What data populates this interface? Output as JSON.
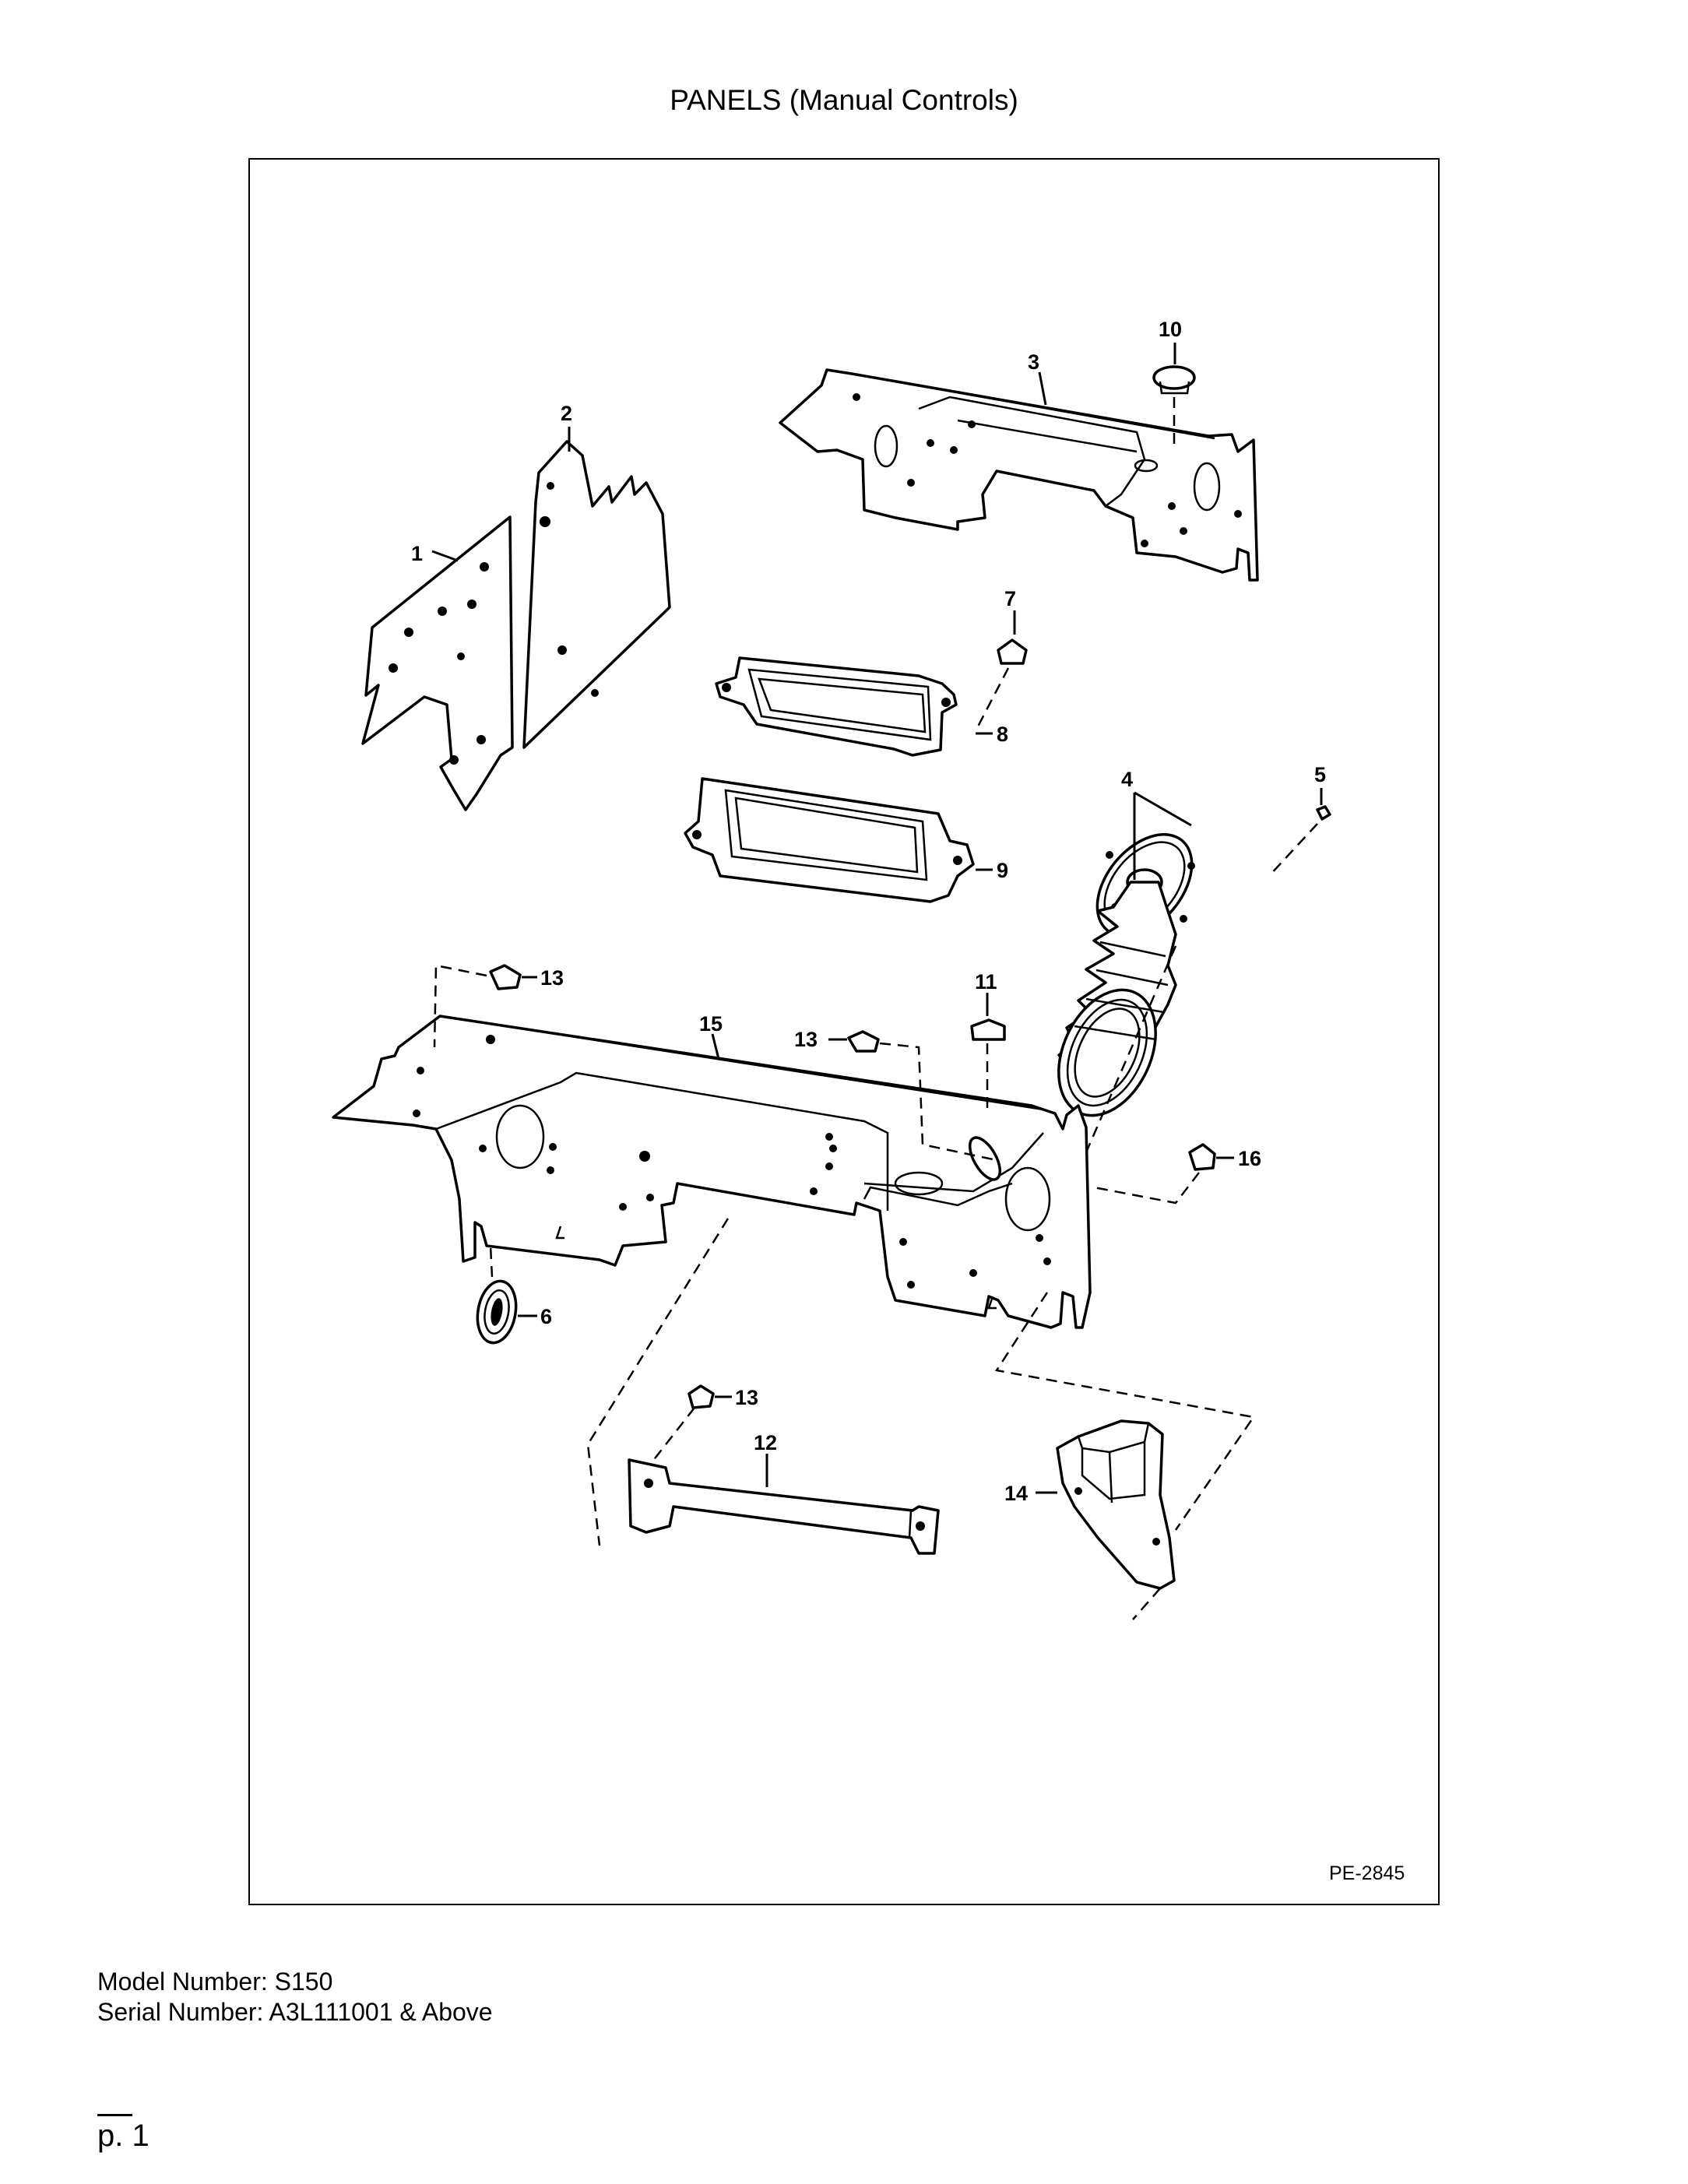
{
  "page": {
    "title": "PANELS (Manual Controls)",
    "drawing_id": "PE-2845",
    "model_line": "Model Number: S150",
    "serial_line": "Serial Number: A3L111001 & Above",
    "page_number": "p. 1"
  },
  "callouts": {
    "c1": "1",
    "c2": "2",
    "c3": "3",
    "c4": "4",
    "c5": "5",
    "c6": "6",
    "c7": "7",
    "c8": "8",
    "c9": "9",
    "c10": "10",
    "c11": "11",
    "c12": "12",
    "c13a": "13",
    "c13b": "13",
    "c13c": "13",
    "c14": "14",
    "c15": "15",
    "c16": "16"
  }
}
